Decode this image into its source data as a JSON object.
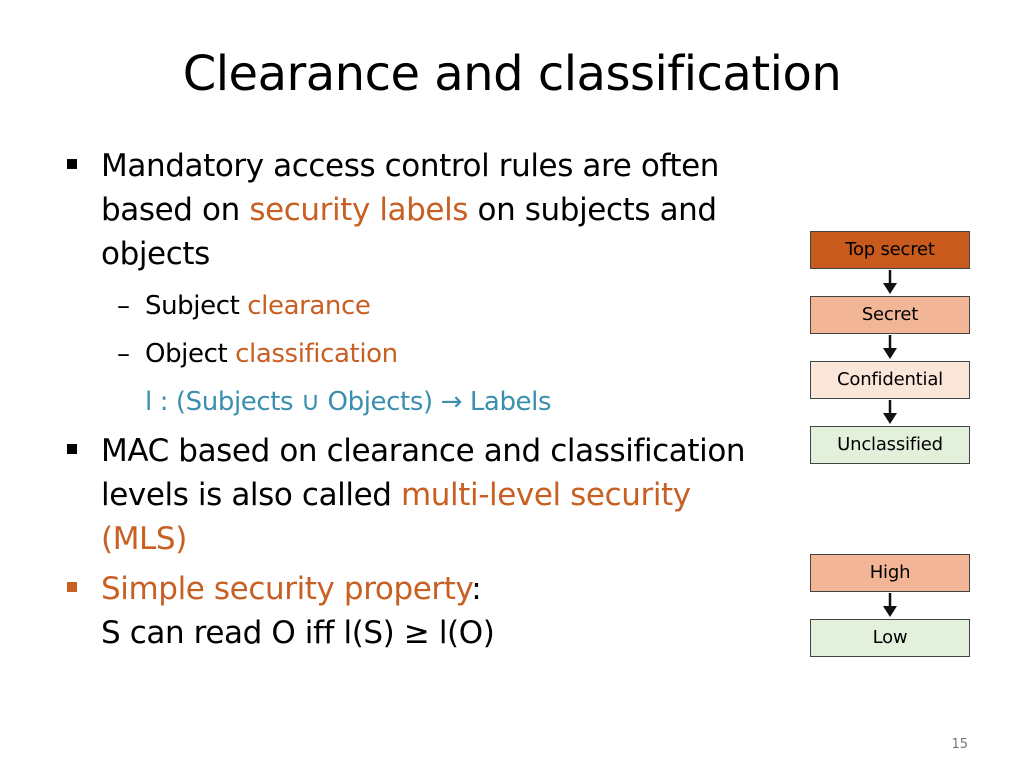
{
  "slide": {
    "title": "Clearance and classification",
    "page_number": "15"
  },
  "bullets": {
    "b1": {
      "text_a": "Mandatory access control rules are often based on ",
      "highlight": "security labels",
      "text_b": " on subjects and objects"
    },
    "sub1": {
      "text": "Subject ",
      "highlight": "clearance"
    },
    "sub2": {
      "text": "Object ",
      "highlight": "classification"
    },
    "formula": "l : (Subjects ∪ Objects) → Labels",
    "b2": {
      "text": "MAC based on clearance and classification levels is also called ",
      "highlight": "multi-level security (MLS)"
    },
    "b3": {
      "highlight": "Simple security property",
      "colon": ":",
      "line2": "S can read O iff   l(S) ≥ l(O)"
    }
  },
  "diagram": {
    "levels": [
      {
        "label": "Top secret",
        "fill": "#c85a1e"
      },
      {
        "label": "Secret",
        "fill": "#f2b595"
      },
      {
        "label": "Confidential",
        "fill": "#fbe6da"
      },
      {
        "label": "Unclassified",
        "fill": "#e3f0dc"
      }
    ],
    "simple": [
      {
        "label": "High",
        "fill": "#f2b595"
      },
      {
        "label": "Low",
        "fill": "#e3f0dc"
      }
    ]
  },
  "colors": {
    "accent": "#c85f23",
    "formula": "#3b8fae"
  }
}
